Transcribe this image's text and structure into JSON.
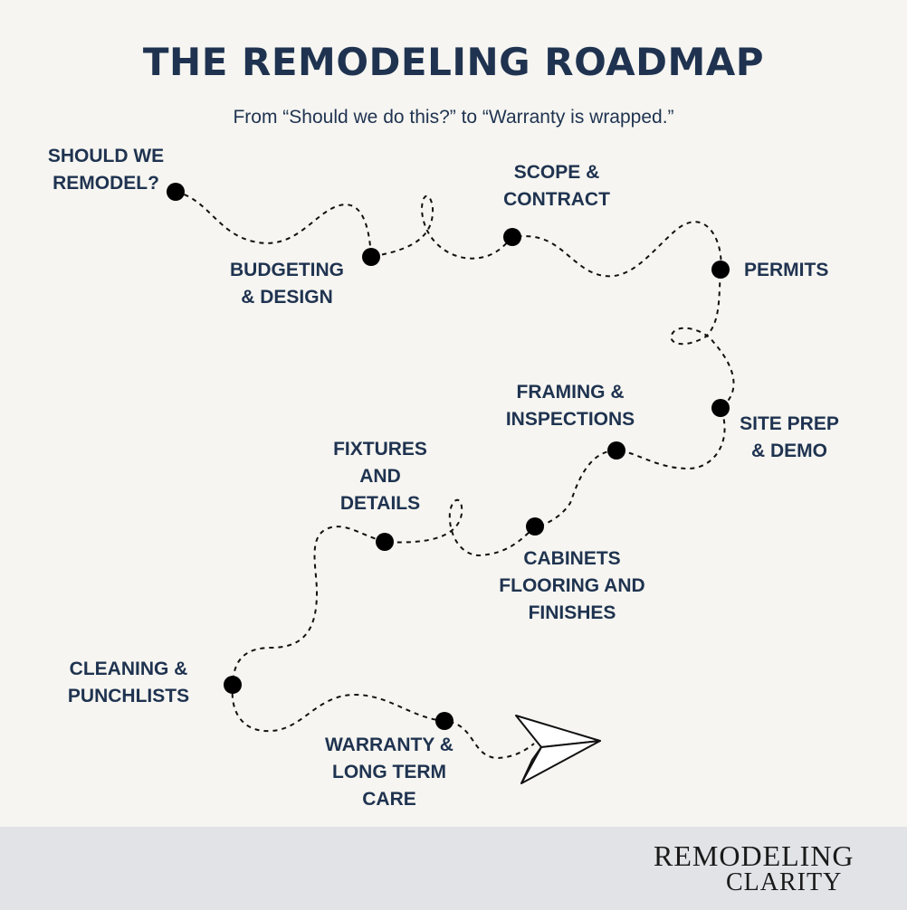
{
  "title": "THE REMODELING ROADMAP",
  "subtitle": "From “Should we do this?” to “Warranty is wrapped.”",
  "steps": [
    {
      "label": "SHOULD WE\nREMODEL?"
    },
    {
      "label": "BUDGETING\n& DESIGN"
    },
    {
      "label": "SCOPE &\nCONTRACT"
    },
    {
      "label": "PERMITS"
    },
    {
      "label": "SITE PREP\n& DEMO"
    },
    {
      "label": "FRAMING &\nINSPECTIONS"
    },
    {
      "label": "CABINETS\nFLOORING AND\nFINISHES"
    },
    {
      "label": "FIXTURES\nAND\nDETAILS"
    },
    {
      "label": "CLEANING &\nPUNCHLISTS"
    },
    {
      "label": "WARRANTY &\nLONG TERM\nCARE"
    }
  ],
  "footer": {
    "logo_line1": "REMODELING",
    "logo_line2": "CLARITY"
  },
  "colors": {
    "background": "#f6f5f1",
    "text": "#1f3350",
    "path": "#111111",
    "footer": "#e2e3e7"
  },
  "icons": {
    "end": "paper-plane-icon",
    "milestone": "milestone-dot"
  }
}
